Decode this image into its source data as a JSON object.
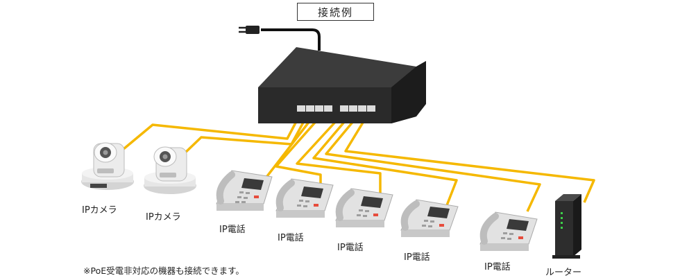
{
  "title": "接続例",
  "labels": {
    "camera_1": "IPカメラ",
    "camera_2": "IPカメラ",
    "phone_1": "IP電話",
    "phone_2": "IP電話",
    "phone_3": "IP電話",
    "phone_4": "IP電話",
    "phone_5": "IP電話",
    "router": "ルーター"
  },
  "note": "※PoE受電非対応の機器も接続できます。",
  "colors": {
    "cable": "#f5b800",
    "switch_body": "#2d2d2d",
    "device": "#eeeeee",
    "phone_button": "#e74c3c",
    "router_led": "#3dd24a"
  }
}
